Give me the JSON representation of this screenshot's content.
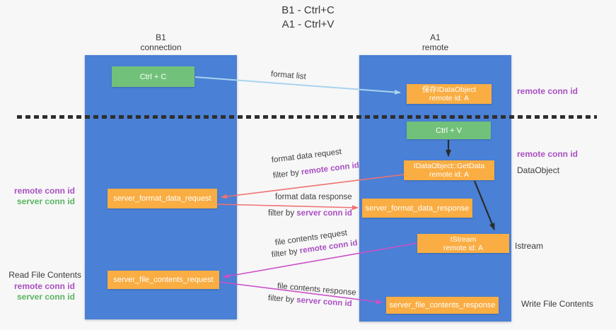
{
  "title": {
    "line1": "B1 - Ctrl+C",
    "line2": "A1 - Ctrl+V"
  },
  "lanes": {
    "left": {
      "title": "B1",
      "subtitle": "connection"
    },
    "right": {
      "title": "A1",
      "subtitle": "remote"
    }
  },
  "nodes": {
    "ctrl_c": {
      "label": "Ctrl + C"
    },
    "ctrl_v": {
      "label": "Ctrl + V"
    },
    "save_dataobject": {
      "line1": "保存IDataObject",
      "line2": "remote id: A"
    },
    "getdata": {
      "line1": "IDataObject::GetData",
      "line2": "remote id: A"
    },
    "istream": {
      "line1": "IStream",
      "line2": "remote id: A"
    },
    "server_format_data_request": {
      "label": "server_format_data_request"
    },
    "server_format_data_response": {
      "label": "server_format_data_response"
    },
    "server_file_contents_request": {
      "label": "server_file_contents_request"
    },
    "server_file_contents_response": {
      "label": "server_file_contents_response"
    }
  },
  "edge_labels": {
    "format_list": "format list",
    "format_data_request": "format data request",
    "format_data_response": "format data response",
    "file_contents_request": "file contents request",
    "file_contents_response": "file contents response",
    "filter_by": "filter by",
    "remote_conn_id": "remote conn id",
    "server_conn_id": "server conn id"
  },
  "annotations": {
    "right_remote_conn_id_top": "remote conn id",
    "right_remote_conn_id_mid": "remote conn id",
    "dataobject": "DataObject",
    "istream": "Istream",
    "write_file_contents": "Write File Contents",
    "read_file_contents": "Read File Contents",
    "left_remote_conn_id_top": "remote conn id",
    "left_server_conn_id_top": "server conn id",
    "left_remote_conn_id_bottom": "remote conn id",
    "left_server_conn_id_bottom": "server conn id"
  },
  "colors": {
    "lane_blue": "#4a80d5",
    "node_green": "#72c17a",
    "node_orange": "#f9ad42",
    "conn_purple": "#a94fc0",
    "conn_green": "#58b560",
    "arrow_blue": "#a9d3ef",
    "arrow_red": "#f17171",
    "arrow_magenta": "#cb50c8",
    "arrow_black": "#2b2b2b"
  }
}
